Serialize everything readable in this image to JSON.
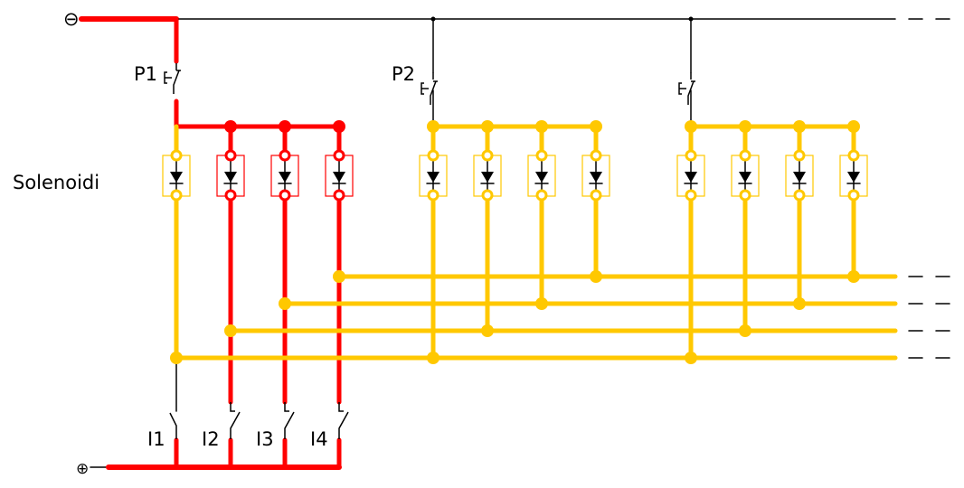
{
  "labels": {
    "minus": "⊖",
    "plus": "⊕",
    "solenoids": "Solenoidi",
    "pressure_switches": [
      "P1",
      "P2",
      ""
    ],
    "input_switches": [
      "I1",
      "I2",
      "I3",
      "I4"
    ]
  },
  "colors": {
    "active": "#ff0000",
    "inactive": "#ffc800",
    "wire": "#000000"
  },
  "groups": [
    {
      "switch": "P1",
      "state": "active-first"
    },
    {
      "switch": "P2",
      "state": "inactive"
    },
    {
      "switch": "",
      "state": "inactive"
    }
  ],
  "inputs": [
    {
      "label": "I1",
      "active": false
    },
    {
      "label": "I2",
      "active": true
    },
    {
      "label": "I3",
      "active": true
    },
    {
      "label": "I4",
      "active": true
    }
  ]
}
